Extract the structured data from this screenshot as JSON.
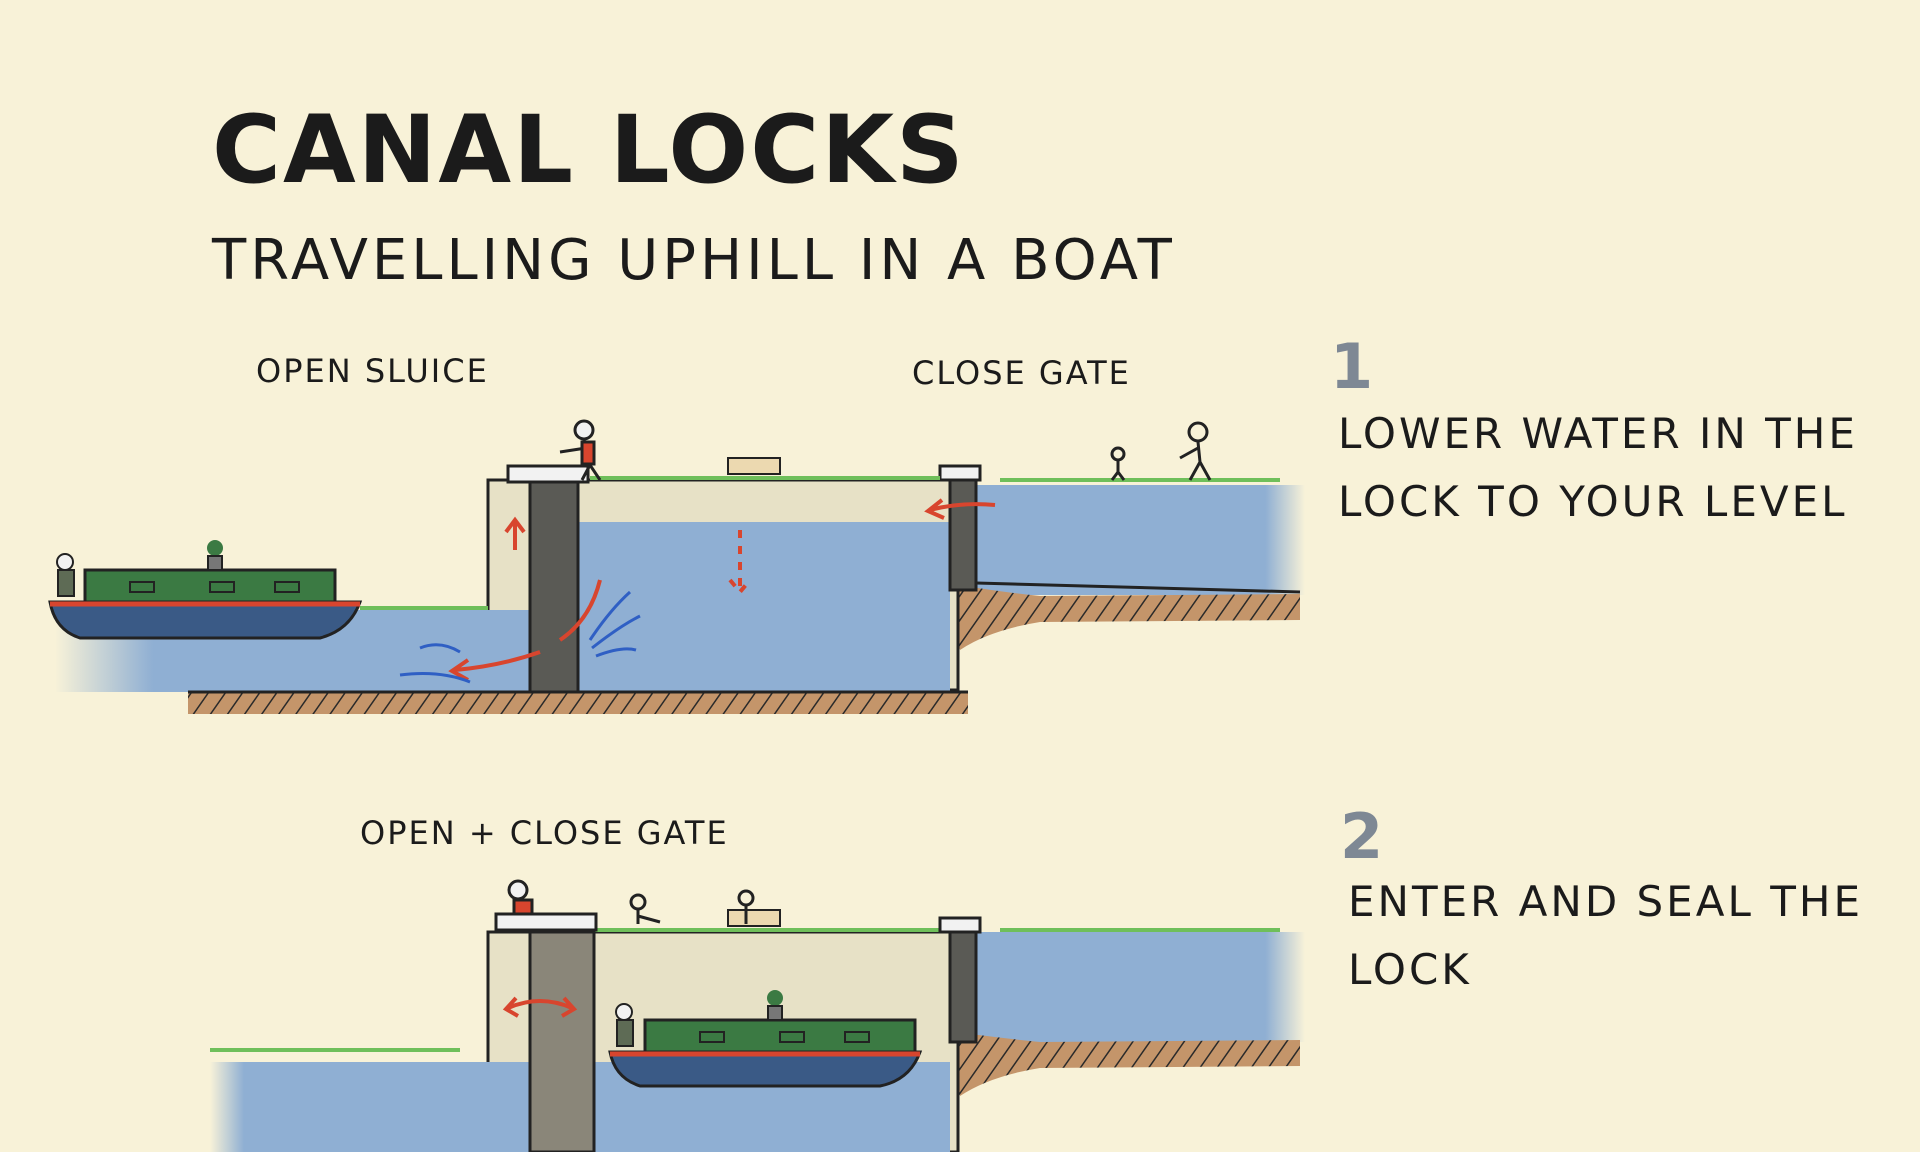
{
  "title": "CANAL LOCKS",
  "subtitle": "TRAVELLING UPHILL IN A BOAT",
  "steps": [
    {
      "number": "1",
      "text": "LOWER WATER IN THE LOCK TO YOUR LEVEL",
      "labels": {
        "sluice": "OPEN SLUICE",
        "gate": "CLOSE GATE"
      }
    },
    {
      "number": "2",
      "text": "ENTER AND SEAL THE LOCK",
      "labels": {
        "gate": "OPEN + CLOSE GATE"
      }
    }
  ],
  "colors": {
    "background": "#f8f2d8",
    "water": "#8fafd3",
    "ground": "#b9875a",
    "boat_hull": "#3a5a86",
    "boat_cabin": "#3b7a43",
    "arrow": "#d8452e",
    "lock_wall": "#e7e1c6",
    "gate": "#5a5a55"
  }
}
